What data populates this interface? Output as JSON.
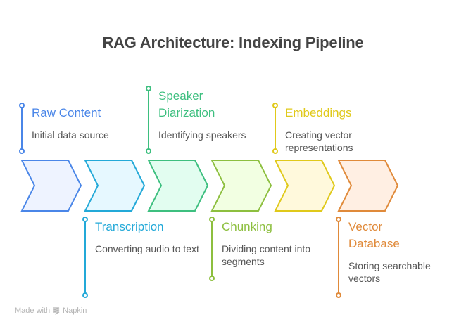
{
  "title": "RAG Architecture: Indexing Pipeline",
  "steps": [
    {
      "title": "Raw Content",
      "description": "Initial data source",
      "position": "top",
      "stroke": "#4A86E8",
      "fill": "#EEF3FF"
    },
    {
      "title": "Transcription",
      "description": "Converting audio to text",
      "position": "bottom",
      "stroke": "#23A9D8",
      "fill": "#E6F8FF"
    },
    {
      "title": "Speaker Diarization",
      "description": "Identifying speakers",
      "position": "top",
      "stroke": "#3DBF7F",
      "fill": "#E2FDF0"
    },
    {
      "title": "Chunking",
      "description": "Dividing content into segments",
      "position": "bottom",
      "stroke": "#8DBF3F",
      "fill": "#F2FFE2"
    },
    {
      "title": "Embeddings",
      "description": "Creating vector representations",
      "position": "top",
      "stroke": "#E0C91A",
      "fill": "#FFF9DC"
    },
    {
      "title": "Vector Database",
      "description": "Storing searchable vectors",
      "position": "bottom",
      "stroke": "#E08A3A",
      "fill": "#FFEFE3"
    }
  ],
  "footer": {
    "prefix": "Made with",
    "brand": "Napkin",
    "icon": "napkin-logo-icon"
  }
}
